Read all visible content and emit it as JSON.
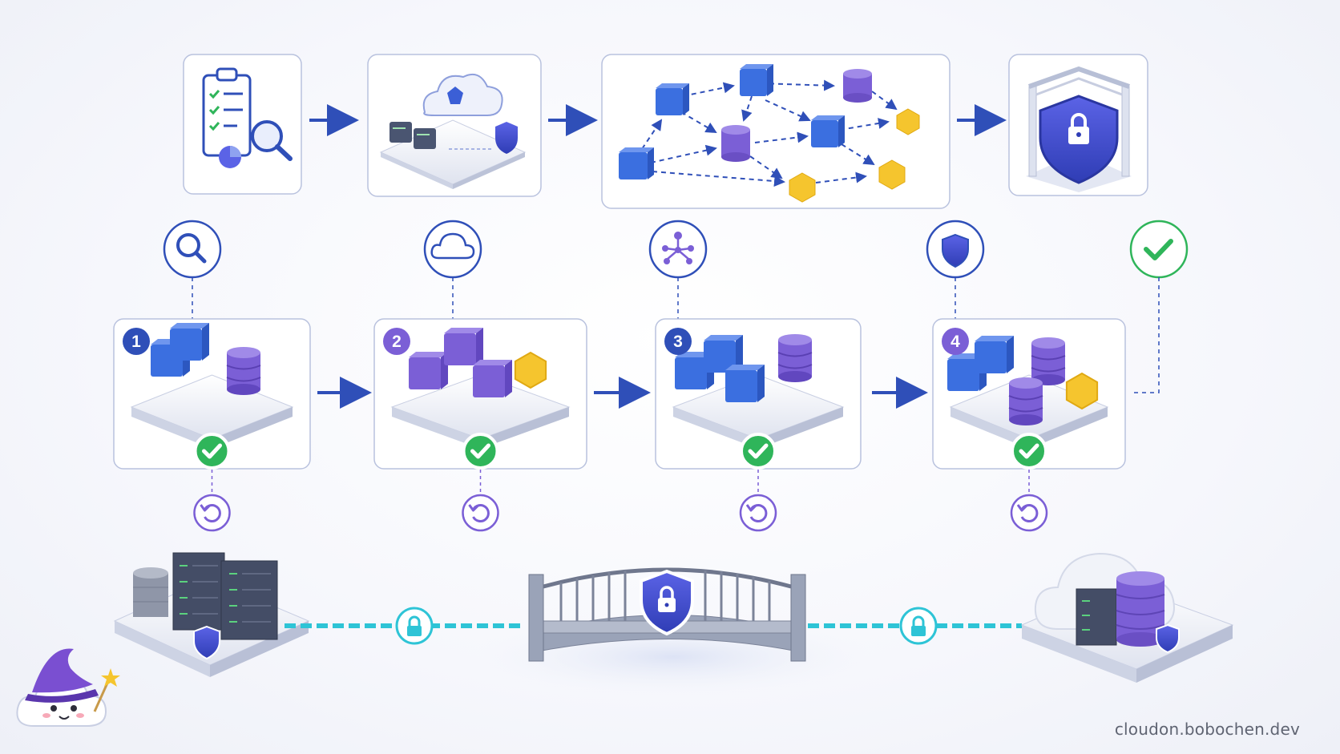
{
  "steps": [
    {
      "number": "1",
      "status": "complete",
      "icon": "search-icon"
    },
    {
      "number": "2",
      "status": "complete",
      "icon": "cloud-icon"
    },
    {
      "number": "3",
      "status": "complete",
      "icon": "network-icon"
    },
    {
      "number": "4",
      "status": "complete",
      "icon": "shield-icon"
    }
  ],
  "final_status": {
    "icon": "check-icon",
    "status": "complete"
  },
  "top_panels": [
    {
      "icon": "clipboard-analysis-icon"
    },
    {
      "icon": "cloud-server-icon"
    },
    {
      "icon": "dependency-graph-icon"
    },
    {
      "icon": "secure-gateway-icon"
    }
  ],
  "rollback_icon": "undo-icon",
  "migration": {
    "source": "on-premise-datacenter-icon",
    "bridge": "secure-bridge-icon",
    "target": "cloud-datacenter-icon"
  },
  "mascot": "wizard-cloud-mascot",
  "watermark": "cloudon.bobochen.dev",
  "colors": {
    "blue": "#3b6fe0",
    "purple": "#7b5fd6",
    "yellow": "#f5c52e",
    "green": "#2fb55a",
    "navy": "#2f4fb8",
    "teal": "#2ec4d6",
    "border": "#b9c2de"
  }
}
